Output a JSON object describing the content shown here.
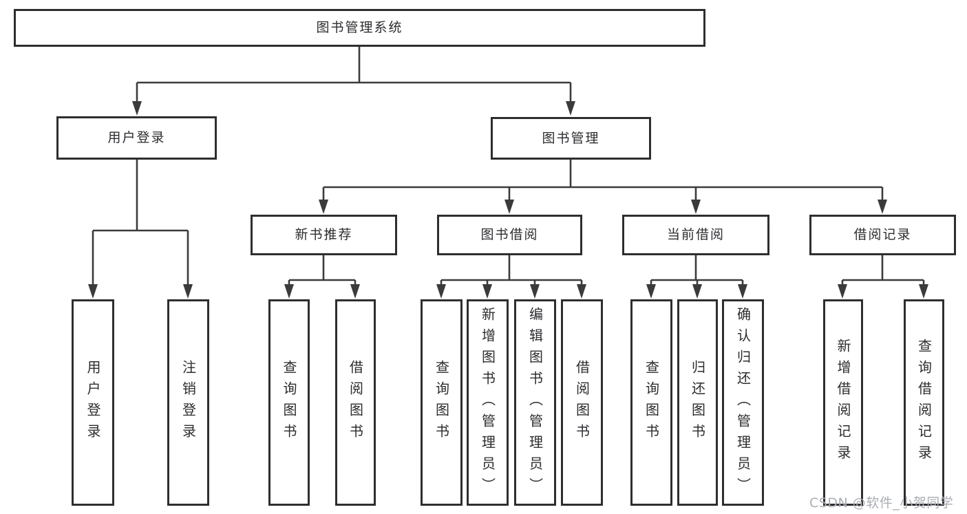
{
  "diagram_type": "tree-structure-chart",
  "tree": {
    "label": "图书管理系统",
    "children": [
      {
        "label": "用户登录",
        "children": [
          {
            "label": "用户登录"
          },
          {
            "label": "注销登录"
          }
        ]
      },
      {
        "label": "图书管理",
        "children": [
          {
            "label": "新书推荐",
            "children": [
              {
                "label": "查询图书"
              },
              {
                "label": "借阅图书"
              }
            ]
          },
          {
            "label": "图书借阅",
            "children": [
              {
                "label": "查询图书"
              },
              {
                "label": "新增图书（管理员）"
              },
              {
                "label": "编辑图书（管理员）"
              },
              {
                "label": "借阅图书"
              }
            ]
          },
          {
            "label": "当前借阅",
            "children": [
              {
                "label": "查询图书"
              },
              {
                "label": "归还图书"
              },
              {
                "label": "确认归还（管理员）"
              }
            ]
          },
          {
            "label": "借阅记录",
            "children": [
              {
                "label": "新增借阅记录"
              },
              {
                "label": "查询借阅记录"
              }
            ]
          }
        ]
      }
    ]
  },
  "watermark": {
    "text": "CSDN @软件_小贺同学"
  },
  "colors": {
    "line": "#3b3b3d",
    "border": "#2e2e30",
    "text": "#2c2c30",
    "watermark": "#aaadb3",
    "bg": "#ffffff"
  }
}
